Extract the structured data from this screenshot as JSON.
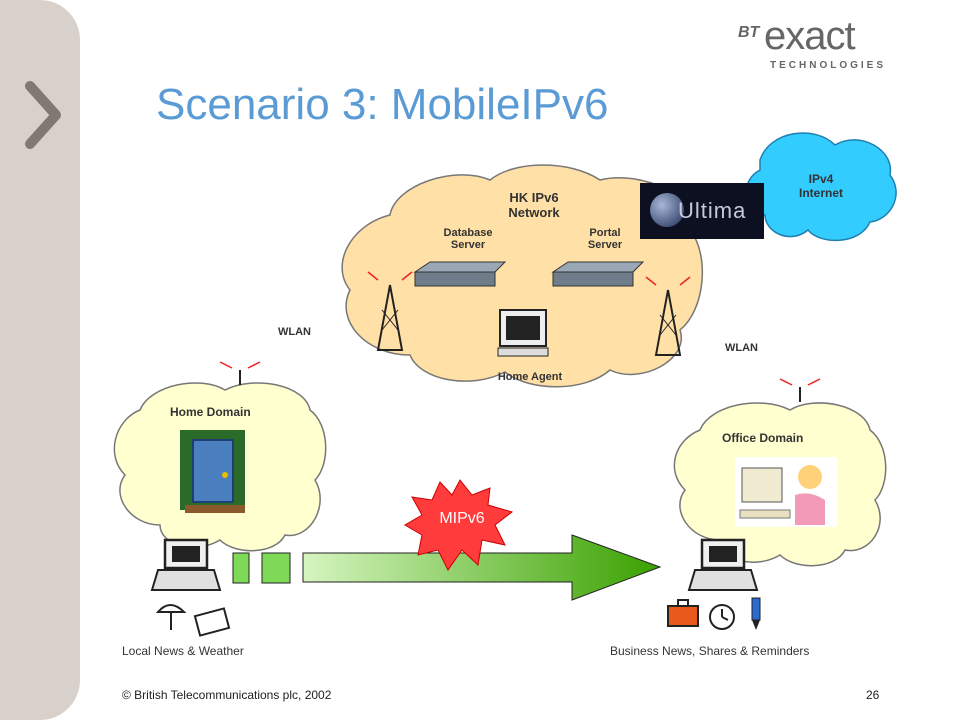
{
  "slide": {
    "title": "Scenario 3: MobileIPv6",
    "logo": {
      "superscript": "BT",
      "word": "exact",
      "tagline": "TECHNOLOGIES"
    },
    "clouds": {
      "ipv4": "IPv4\nInternet",
      "hk": "HK IPv6\nNetwork",
      "home": "Home Domain",
      "office": "Office Domain"
    },
    "servers": {
      "database": "Database\nServer",
      "portal": "Portal\nServer",
      "home_agent": "Home Agent"
    },
    "wlan_left": "WLAN",
    "wlan_right": "WLAN",
    "ultima": "Ultima",
    "burst": "MIPv6",
    "caption_left": "Local News & Weather",
    "caption_right": "Business News, Shares & Reminders",
    "footer_left": "© British Telecommunications plc, 2002",
    "footer_page": "26"
  },
  "colors": {
    "accent": "#5b9bd5",
    "cloud_yellow": "#fff7c0",
    "cloud_blue": "#33ccff",
    "burst_red": "#ff3b3b",
    "arrow_green": "#5bb500"
  },
  "icons": [
    "chevron-right-icon",
    "server-icon",
    "computer-icon",
    "antenna-icon",
    "laptop-icon",
    "umbrella-icon",
    "newspaper-icon",
    "briefcase-icon",
    "alarm-clock-icon",
    "pen-icon",
    "door-icon",
    "office-worker-icon"
  ]
}
